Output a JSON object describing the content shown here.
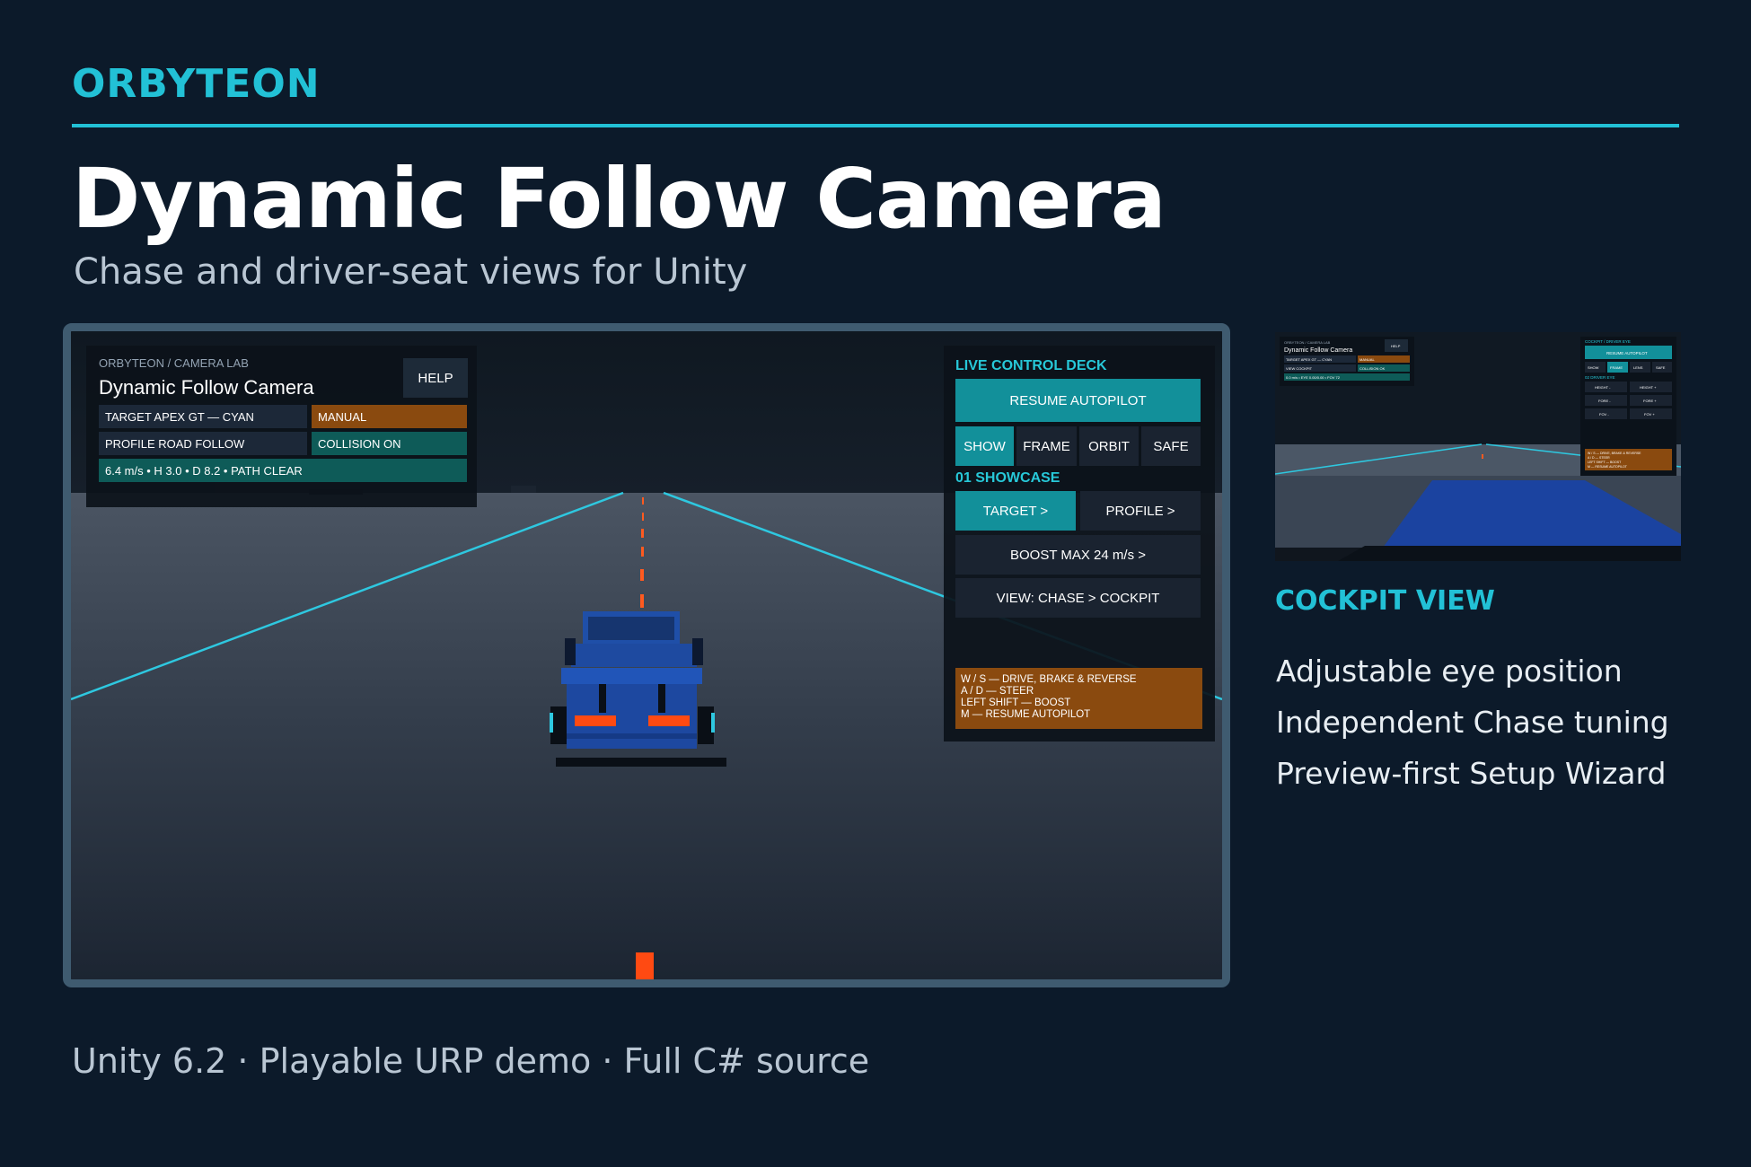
{
  "brand": "ORBYTEON",
  "title": "Dynamic Follow Camera",
  "subtitle": "Chase and driver-seat views for Unity",
  "footer": "Unity 6.2 · Playable URP demo · Full C# source",
  "hud": {
    "crumb": "ORBYTEON  /  CAMERA LAB",
    "title": "Dynamic Follow Camera",
    "help": "HELP",
    "target": "TARGET  APEX GT — CYAN",
    "mode": "MANUAL",
    "profile": "PROFILE  ROAD FOLLOW",
    "collision": "COLLISION ON",
    "stats": "6.4 m/s  •  H 3.0  •  D 8.2  •  PATH CLEAR"
  },
  "deck": {
    "title": "LIVE CONTROL DECK",
    "resume": "RESUME AUTOPILOT",
    "tabs": [
      "SHOW",
      "FRAME",
      "ORBIT",
      "SAFE"
    ],
    "section": "01  SHOWCASE",
    "target_btn": "TARGET >",
    "profile_btn": "PROFILE >",
    "boost_btn": "BOOST MAX 24 m/s >",
    "view_btn": "VIEW: CHASE > COCKPIT",
    "controls": [
      "W / S — DRIVE, BRAKE & REVERSE",
      "A / D — STEER",
      "LEFT SHIFT — BOOST",
      "M — RESUME AUTOPILOT"
    ]
  },
  "thumb": {
    "crumb": "ORBYTEON / CAMERA LAB",
    "title": "Dynamic Follow Camera",
    "help": "HELP",
    "target": "TARGET APEX GT — CYAN",
    "mode": "MANUAL",
    "view": "VIEW COCKPIT",
    "collision": "COLLISION OK",
    "stats": "0.0 m/s • EYE 0.00/0.00 • FOV 72",
    "deck_title": "COCKPIT / DRIVER EYE",
    "resume": "RESUME AUTOPILOT",
    "tabs": [
      "SHOW",
      "FRAME",
      "LENS",
      "SAFE"
    ],
    "section": "02  DRIVER EYE",
    "adj": [
      "HEIGHT -",
      "HEIGHT +",
      "FORE -",
      "FORE +",
      "FOV -",
      "FOV +"
    ],
    "controls": [
      "W / S — DRIVE, BRAKE & REVERSE",
      "A / D — STEER",
      "LEFT SHIFT — BOOST",
      "M — RESUME AUTOPILOT"
    ]
  },
  "cockpit": {
    "title": "COCKPIT VIEW",
    "features": [
      "Adjustable eye position",
      "Independent Chase tuning",
      "Preview-first Setup Wizard"
    ]
  },
  "colors": {
    "background": "#0c1a2a",
    "accent": "#22c1d6",
    "orange": "#8a4a0f",
    "teal": "#12909a",
    "car_body": "#1f4fa8"
  }
}
